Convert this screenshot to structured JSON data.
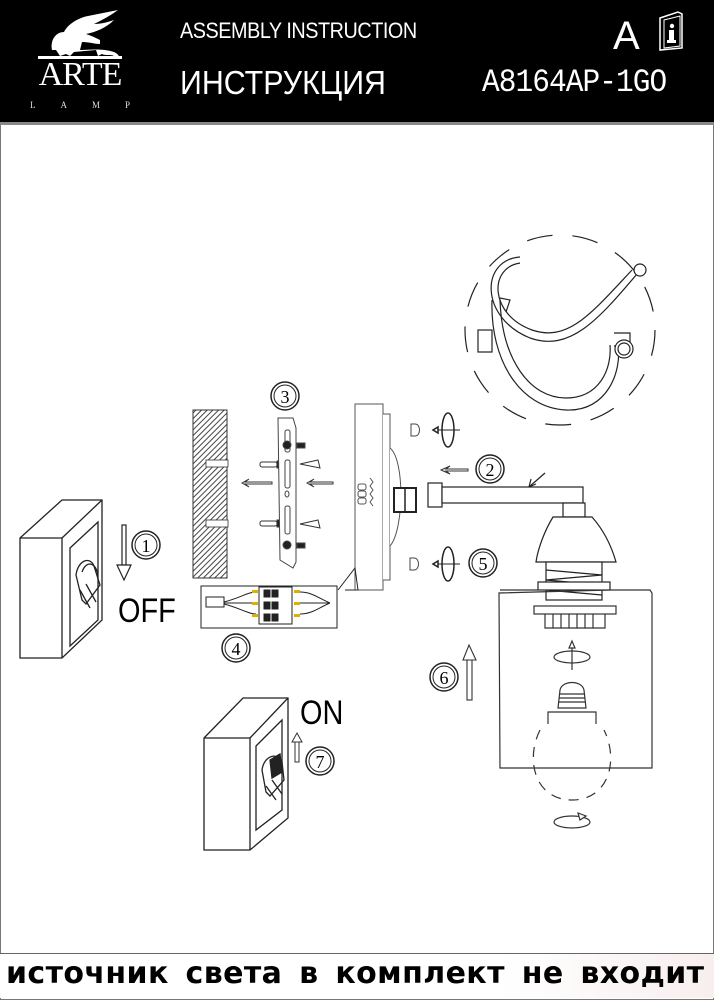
{
  "header": {
    "brand": "ARTE",
    "brand_sub": [
      "L",
      "A",
      "M",
      "P"
    ],
    "title_en": "ASSEMBLY INSTRUCTION",
    "title_ru": "ИНСТРУКЦИЯ",
    "letter": "A",
    "model": "A8164AP-1GO",
    "info_icon": "info-book-icon"
  },
  "steps": {
    "s1": "1",
    "s2": "2",
    "s3": "3",
    "s4": "4",
    "s5": "5",
    "s6": "6",
    "s7": "7"
  },
  "switch_labels": {
    "off": "OFF",
    "on": "ON"
  },
  "footer": {
    "note": "источник света в комплект не входит"
  },
  "colors": {
    "header_bg": "#000000",
    "header_text": "#ffffff",
    "line": "#222222",
    "wire_accent": "#e0b000"
  }
}
